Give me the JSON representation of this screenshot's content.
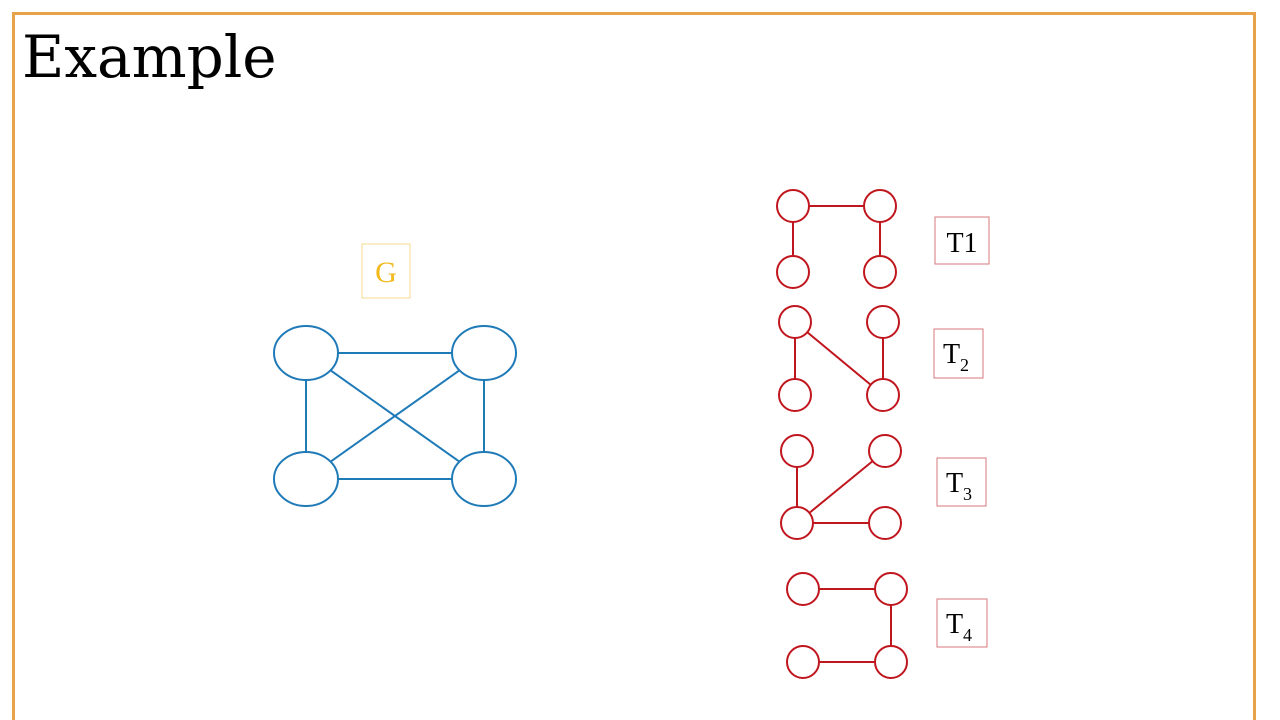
{
  "slide": {
    "title": "Example"
  },
  "colors": {
    "frame": "#e8a24a",
    "graph": "#1f7ab8",
    "graph_label": "#f2b81c",
    "graph_label_border": "#f6d98c",
    "trees": "#c0161e",
    "tree_label_border": "#d9777b",
    "text": "#000000"
  },
  "graph": {
    "label": "G",
    "nodes": [
      "top-left",
      "top-right",
      "bottom-left",
      "bottom-right"
    ],
    "edges": [
      [
        "top-left",
        "top-right"
      ],
      [
        "bottom-left",
        "bottom-right"
      ],
      [
        "top-left",
        "bottom-left"
      ],
      [
        "top-right",
        "bottom-right"
      ],
      [
        "top-left",
        "bottom-right"
      ],
      [
        "top-right",
        "bottom-left"
      ]
    ]
  },
  "spanning_trees": [
    {
      "label": "T1",
      "subscript": "",
      "edges": [
        [
          "top-left",
          "top-right"
        ],
        [
          "top-left",
          "bottom-left"
        ],
        [
          "top-right",
          "bottom-right"
        ]
      ]
    },
    {
      "label": "T",
      "subscript": "2",
      "edges": [
        [
          "top-left",
          "bottom-left"
        ],
        [
          "top-left",
          "bottom-right"
        ],
        [
          "top-right",
          "bottom-right"
        ]
      ]
    },
    {
      "label": "T",
      "subscript": "3",
      "edges": [
        [
          "top-left",
          "bottom-left"
        ],
        [
          "top-right",
          "bottom-left"
        ],
        [
          "bottom-left",
          "bottom-right"
        ]
      ]
    },
    {
      "label": "T",
      "subscript": "4",
      "edges": [
        [
          "top-left",
          "top-right"
        ],
        [
          "top-right",
          "bottom-right"
        ],
        [
          "bottom-left",
          "bottom-right"
        ]
      ]
    }
  ]
}
